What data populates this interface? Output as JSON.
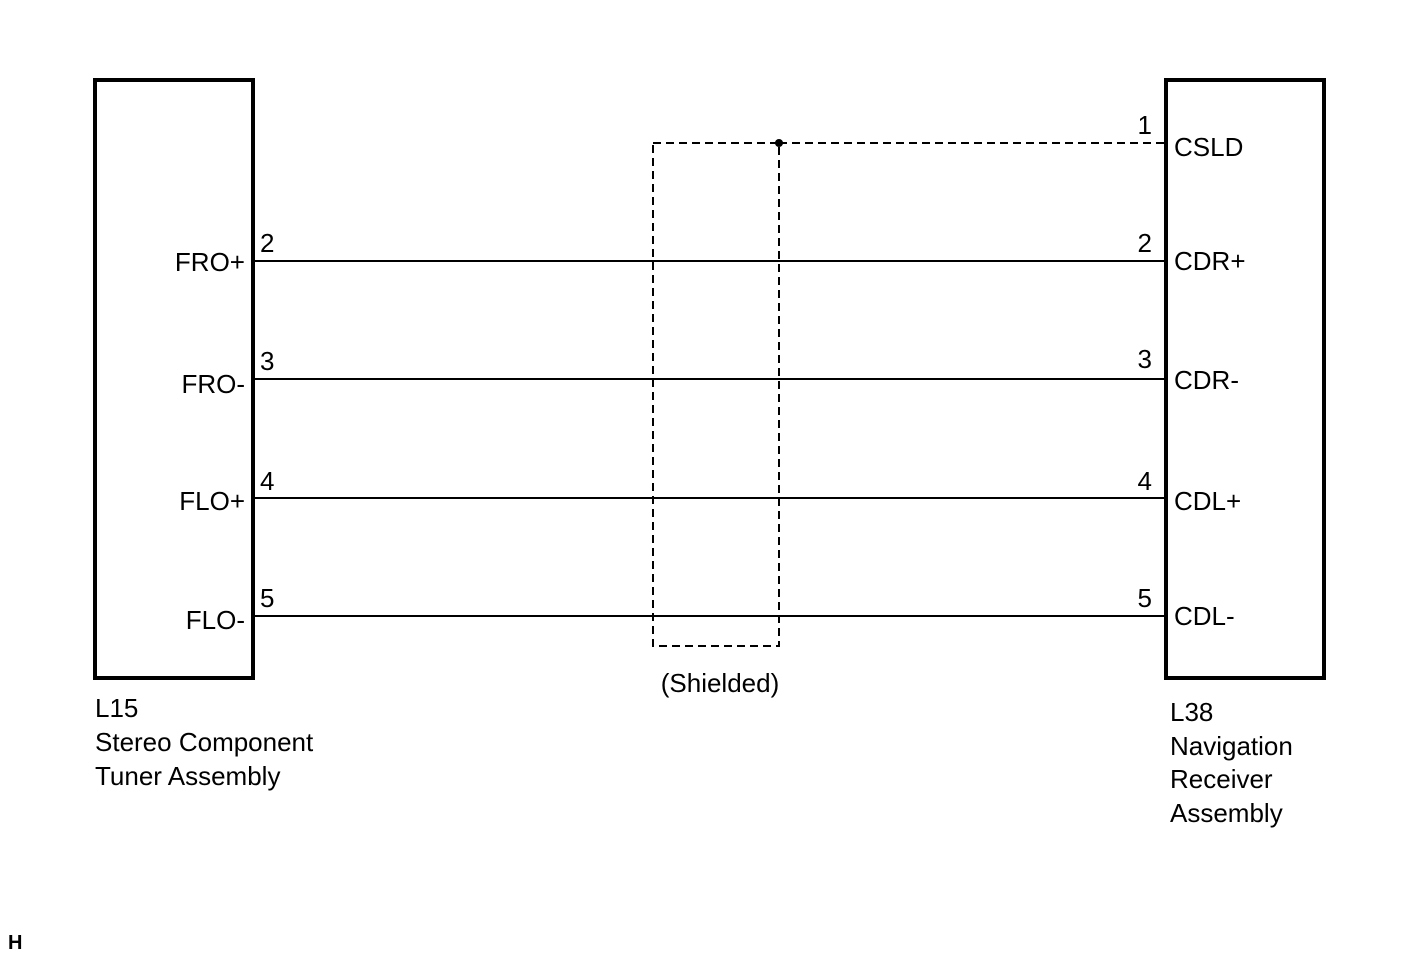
{
  "left_component": {
    "code": "L15",
    "name_lines": [
      "Stereo Component",
      "Tuner Assembly"
    ],
    "pins": [
      {
        "num": "2",
        "label": "FRO+"
      },
      {
        "num": "3",
        "label": "FRO-"
      },
      {
        "num": "4",
        "label": "FLO+"
      },
      {
        "num": "5",
        "label": "FLO-"
      }
    ]
  },
  "right_component": {
    "code": "L38",
    "name_lines": [
      "Navigation",
      "Receiver",
      "Assembly"
    ],
    "pins": [
      {
        "num": "1",
        "label": "CSLD"
      },
      {
        "num": "2",
        "label": "CDR+"
      },
      {
        "num": "3",
        "label": "CDR-"
      },
      {
        "num": "4",
        "label": "CDL+"
      },
      {
        "num": "5",
        "label": "CDL-"
      }
    ]
  },
  "shield_label": "(Shielded)",
  "corner_mark": "H"
}
